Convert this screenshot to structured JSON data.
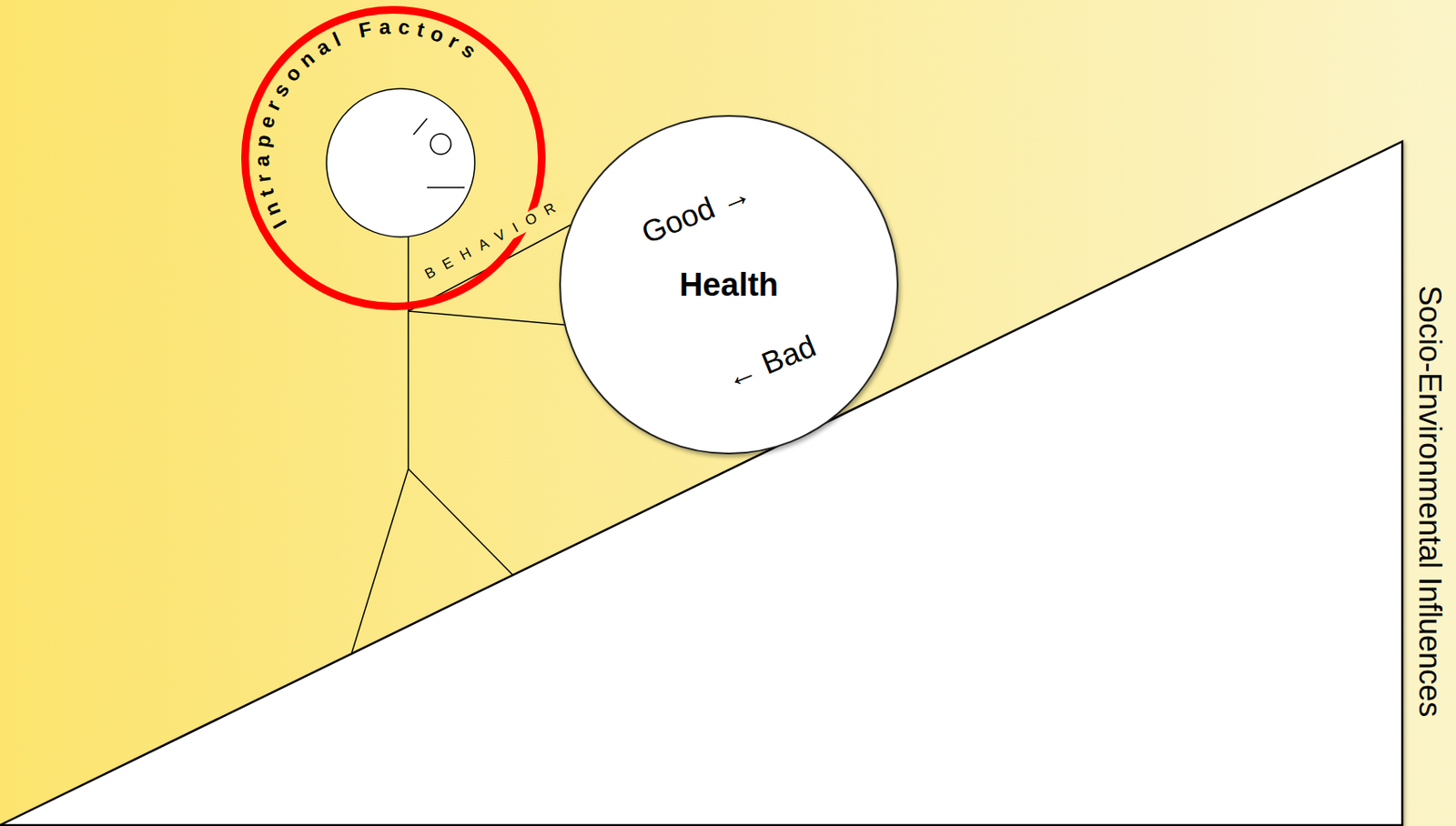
{
  "diagram": {
    "nodes": [
      {
        "text": [
          "Intrapersonal Factors"
        ]
      },
      {
        "text": [
          "Good →",
          "Health",
          "← Bad"
        ]
      }
    ],
    "labels": [
      "BEHAVIOR",
      "Socio-Environmental Influences"
    ]
  }
}
